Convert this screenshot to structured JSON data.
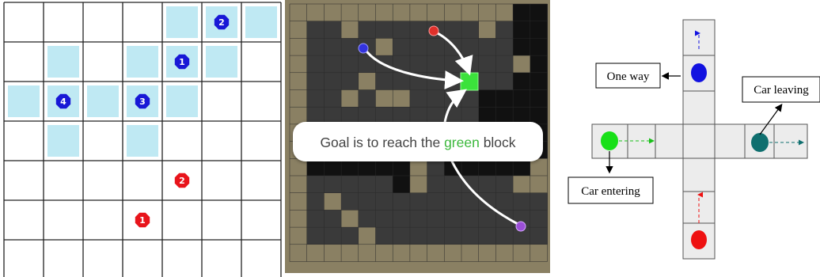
{
  "grid_world": {
    "rows": 7,
    "cols": 7,
    "highlighted_cells": [
      [
        0,
        4
      ],
      [
        0,
        5
      ],
      [
        0,
        6
      ],
      [
        1,
        1
      ],
      [
        1,
        3
      ],
      [
        1,
        4
      ],
      [
        1,
        5
      ],
      [
        2,
        0
      ],
      [
        2,
        1
      ],
      [
        2,
        2
      ],
      [
        2,
        3
      ],
      [
        2,
        4
      ],
      [
        3,
        1
      ],
      [
        3,
        3
      ]
    ],
    "blue_agents": [
      {
        "label": "1",
        "row": 1,
        "col": 4
      },
      {
        "label": "2",
        "row": 0,
        "col": 5
      },
      {
        "label": "3",
        "row": 2,
        "col": 3
      },
      {
        "label": "4",
        "row": 2,
        "col": 1
      }
    ],
    "red_agents": [
      {
        "label": "1",
        "row": 5,
        "col": 3
      },
      {
        "label": "2",
        "row": 4,
        "col": 4
      }
    ],
    "colors": {
      "cell_highlight": "#bfe9f3",
      "blue_agent": "#1818d6",
      "red_agent": "#e8141b",
      "grid_line": "#222222"
    }
  },
  "maze": {
    "caption_before": "Goal is to reach the ",
    "caption_highlight": "green",
    "caption_after": " block",
    "colors": {
      "goal": "#3be23b",
      "agent_blue": "#3333dd",
      "agent_red": "#e0302a",
      "agent_purple": "#9b4fd6",
      "wall": "#8a8063",
      "floor": "#3a3a3a",
      "dark": "#111111"
    }
  },
  "traffic": {
    "label_one_way": "One way",
    "label_car_leaving": "Car leaving",
    "label_car_entering": "Car entering",
    "colors": {
      "car_blue": "#1212e0",
      "car_green": "#18e018",
      "car_teal": "#0f6f6f",
      "car_red": "#ee1111",
      "road": "#ececec"
    }
  }
}
